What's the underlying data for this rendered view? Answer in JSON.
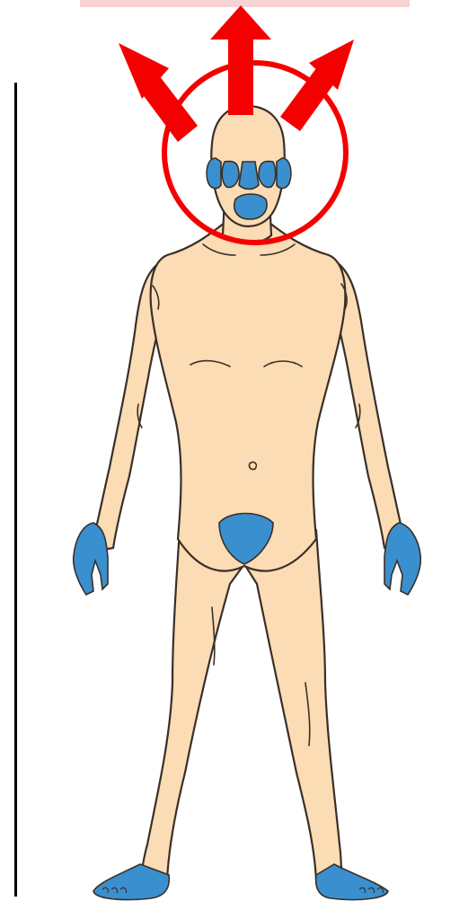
{
  "colors": {
    "skin": "#fbdcb4",
    "outline": "#3a2f28",
    "highlight_region": "#3a8fce",
    "marker_red": "#f40000",
    "banner": "#f8d3d3",
    "rule": "#000000"
  },
  "figure": {
    "subject": "human-body-front-view",
    "highlighted_regions": [
      "ears",
      "nose",
      "cheeks",
      "mouth-chin",
      "hands",
      "groin",
      "feet"
    ],
    "head_marker": "red-circle-with-three-arrows"
  }
}
